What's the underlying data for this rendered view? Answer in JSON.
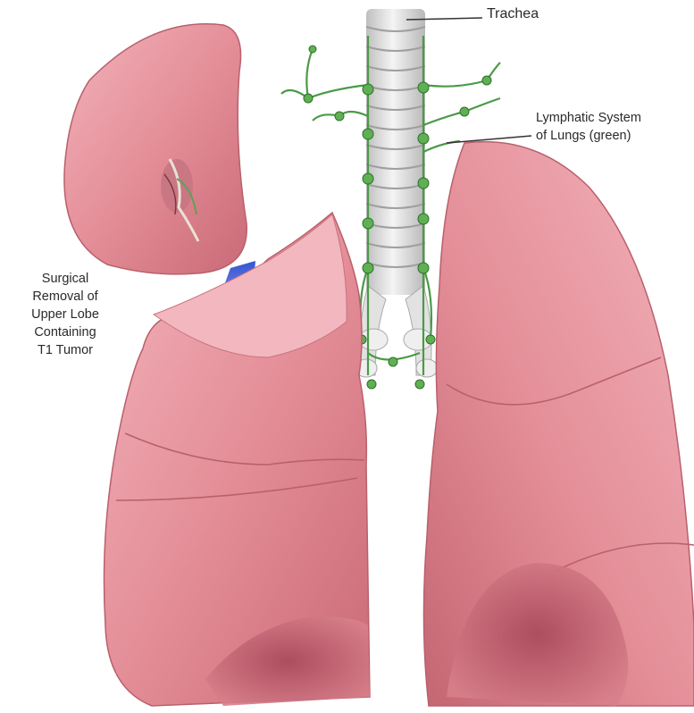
{
  "labels": {
    "trachea": "Trachea",
    "lymphatic": [
      "Lymphatic System",
      "of Lungs (green)"
    ],
    "surgical": [
      "Surgical",
      "Removal of",
      "Upper Lobe",
      "Containing",
      "T1 Tumor"
    ]
  },
  "colors": {
    "lung": "#e48e98",
    "lung_dark": "#c96a77",
    "lung_light": "#f4b9c0",
    "lymph": "#4a9a46",
    "trachea": "#dcdcdc",
    "arrow": "#3b5fd1"
  }
}
